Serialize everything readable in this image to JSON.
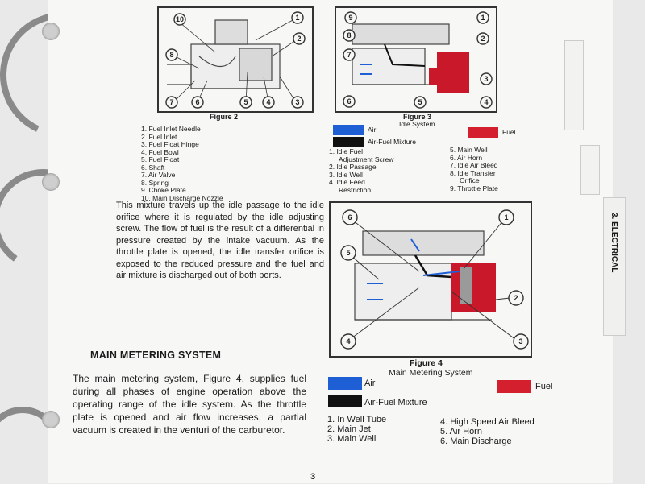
{
  "figure2": {
    "caption": "Figure 2",
    "callouts": [
      "10",
      "1",
      "2",
      "8",
      "7",
      "6",
      "5",
      "4",
      "3"
    ],
    "parts": [
      "1. Fuel Inlet Needle",
      "2. Fuel Inlet",
      "3. Fuel Float Hinge",
      "4. Fuel Bowl",
      "5. Fuel Float",
      "6. Shaft",
      "7. Air Valve",
      "8. Spring",
      "9. Choke Plate",
      "10. Main Discharge Nozzle"
    ]
  },
  "figure3": {
    "caption": "Figure 3",
    "subtitle": "Idle System",
    "callouts": [
      "9",
      "1",
      "8",
      "2",
      "7",
      "3",
      "6",
      "5",
      "4"
    ],
    "legend": {
      "air": "Air",
      "fuel": "Fuel",
      "mixture": "Air-Fuel Mixture"
    },
    "parts_left": [
      "1. Idle Fuel",
      "Adjustment Screw",
      "2. Idle Passage",
      "3. Idle Well",
      "4. Idle Feed",
      "Restriction"
    ],
    "parts_right": [
      "5. Main Well",
      "6. Air Horn",
      "7. Idle Air Bleed",
      "8. Idle Transfer",
      "Orifice",
      "9. Throttle Plate"
    ]
  },
  "figure4": {
    "caption": "Figure 4",
    "subtitle": "Main Metering System",
    "callouts": [
      "6",
      "1",
      "5",
      "2",
      "4",
      "3"
    ],
    "legend": {
      "air": "Air",
      "fuel": "Fuel",
      "mixture": "Air-Fuel Mixture"
    },
    "parts_left": [
      "1. In Well Tube",
      "2. Main Jet",
      "3. Main Well"
    ],
    "parts_right": [
      "4. High Speed Air Bleed",
      "5. Air Horn",
      "6. Main Discharge"
    ]
  },
  "paragraph1": "This mixture travels up the idle passage to the idle orifice where it is regulated by the idle adjusting screw. The flow of fuel is the result of a differential in pressure created by the intake vacuum. As the throttle plate is opened, the idle transfer orifice is exposed to the reduced pressure and the fuel and air mixture is discharged out of both ports.",
  "section_heading": "MAIN METERING SYSTEM",
  "paragraph2": "The main metering system, Figure 4, supplies fuel during all phases of engine operation above the operating range of the idle system. As the throttle plate is opened and air flow increases, a partial vacuum is created in the venturi of the carburetor.",
  "page_number": "3",
  "tab_label": "3. ELECTRICAL",
  "colors": {
    "air": "#1f5fd6",
    "fuel": "#d4202e",
    "mixture": "#111111"
  }
}
